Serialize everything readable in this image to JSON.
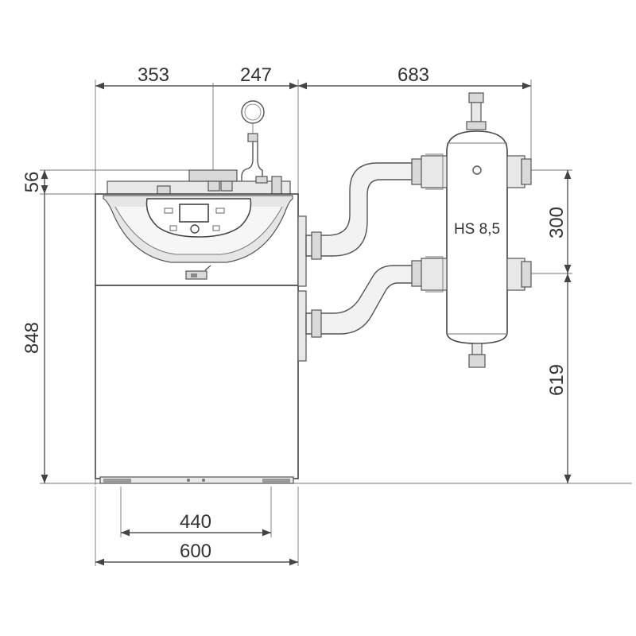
{
  "dimensions": {
    "top_left_width": "353",
    "top_mid_width": "247",
    "top_right_width": "683",
    "left_top_height": "56",
    "left_height": "848",
    "right_top_height": "300",
    "right_bottom_height": "619",
    "bottom_inner_width": "440",
    "bottom_outer_width": "600"
  },
  "separator": {
    "label": "HS 8,5"
  }
}
